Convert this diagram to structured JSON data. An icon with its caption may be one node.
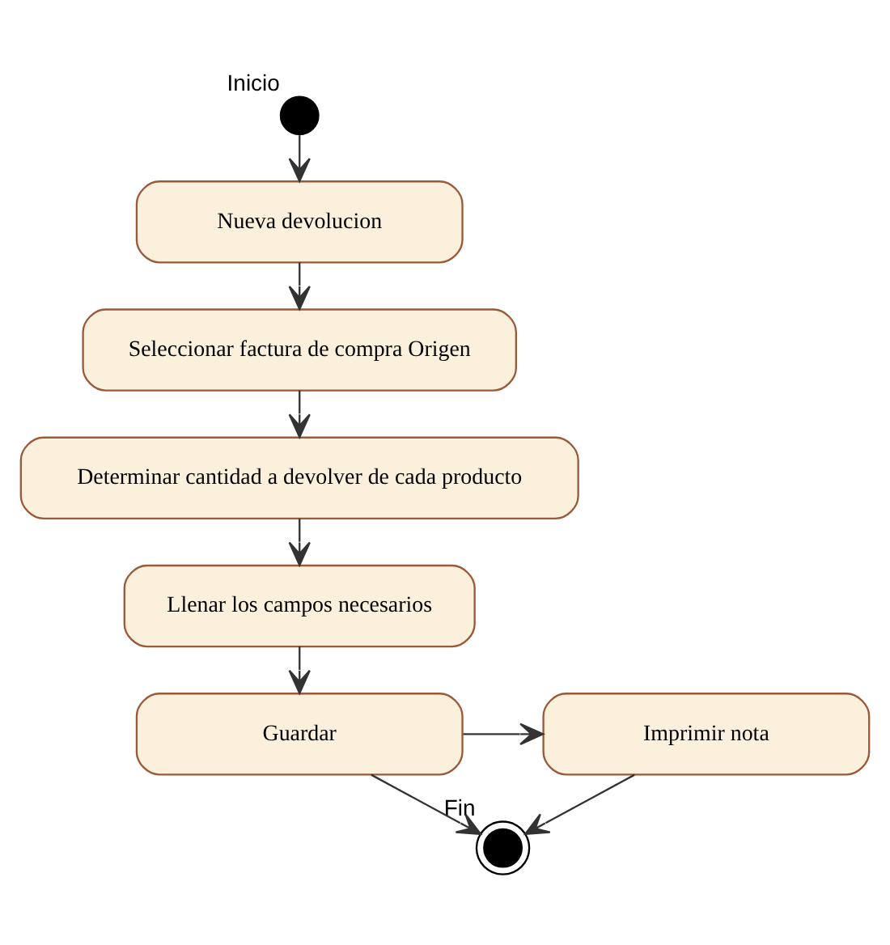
{
  "diagram": {
    "nodes": [
      {
        "text": [],
        "shape": "circle",
        "beside": [
          "Inicio"
        ]
      },
      {
        "text": [
          "Nueva devolucion"
        ]
      },
      {
        "text": [
          "Seleccionar factura de compra Origen"
        ]
      },
      {
        "text": [
          "Determinar cantidad a devolver de cada producto"
        ]
      },
      {
        "text": [
          "Llenar los campos necesarios"
        ]
      },
      {
        "text": [
          "Guardar"
        ]
      },
      {
        "text": [
          "Imprimir nota"
        ]
      },
      {
        "text": [],
        "shape": "circle",
        "beside": [
          "Fin"
        ]
      }
    ],
    "edges": [
      {
        "from": 0,
        "to": 1,
        "arrow": "to"
      },
      {
        "from": 1,
        "to": 2,
        "arrow": "to"
      },
      {
        "from": 2,
        "to": 3,
        "arrow": "to"
      },
      {
        "from": 3,
        "to": 4,
        "arrow": "to"
      },
      {
        "from": 4,
        "to": 5,
        "arrow": "to"
      },
      {
        "from": 5,
        "to": 6,
        "arrow": "to"
      },
      {
        "from": 5,
        "to": 7,
        "arrow": "to"
      },
      {
        "from": 6,
        "to": 7,
        "arrow": "to"
      }
    ]
  }
}
